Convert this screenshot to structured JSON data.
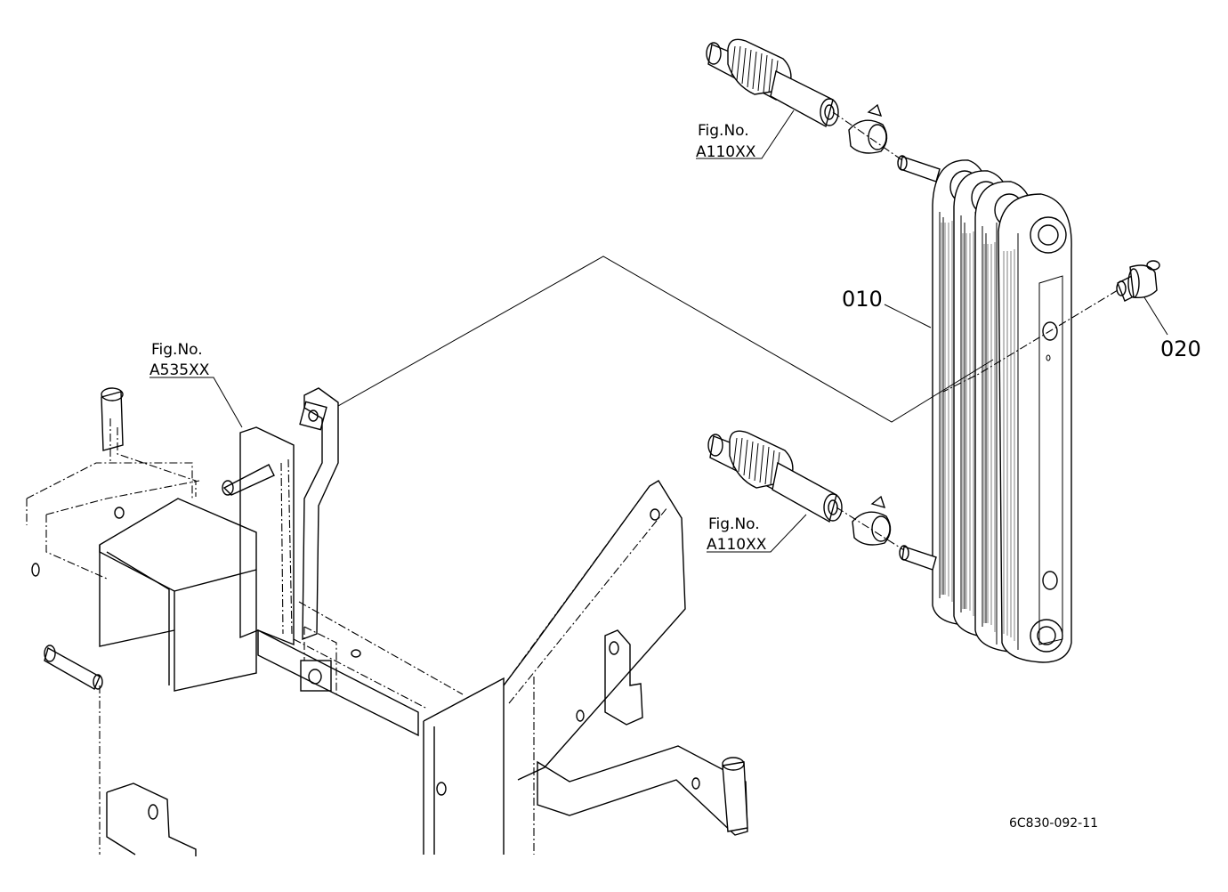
{
  "labels": {
    "ref_top": {
      "line1": "Fig.No.",
      "line2": "A110XX"
    },
    "ref_mid": {
      "line1": "Fig.No.",
      "line2": "A110XX"
    },
    "ref_left": {
      "line1": "Fig.No.",
      "line2": "A535XX"
    },
    "part_010": "010",
    "part_020": "020",
    "drawing_code": "6C830-092-11"
  }
}
